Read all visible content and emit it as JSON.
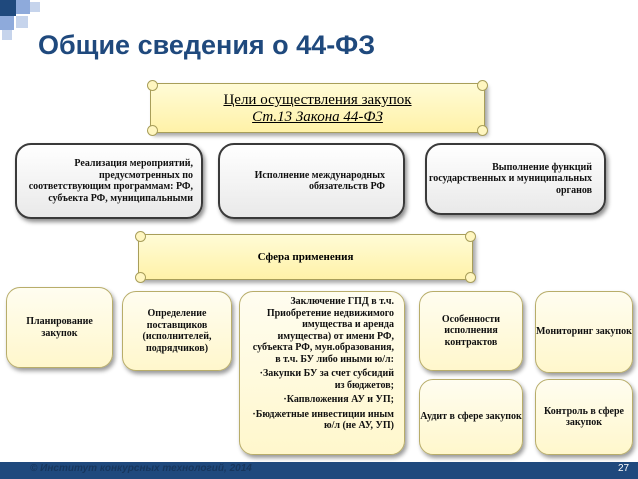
{
  "title": "Общие сведения о 44-ФЗ",
  "goals": {
    "line1": "Цели осуществления закупок",
    "line2": "Ст.13 Закона 44-ФЗ",
    "items": [
      "Реализация мероприятий, предусмотренных по соответствующим программам: РФ, субъекта РФ, муниципальными",
      "Исполнение международных обязательств РФ",
      "Выполнение функций государственных и муниципальных органов"
    ]
  },
  "sphere": {
    "label": "Сфера применения",
    "items": [
      "Планирование закупок",
      "Определение поставщиков (исполнителей, подрядчиков)",
      "Особенности исполнения контрактов",
      "Мониторинг закупок",
      "Аудит в сфере закупок",
      "Контроль в сфере закупок"
    ],
    "central": {
      "main": "Заключение ГПД в т.ч. Приобретение недвижимого имущества и аренда имущества) от имени РФ, субъекта РФ, мун.образования, в т.ч. БУ либо иными ю/л:",
      "bullets": [
        "Закупки БУ за счет субсидий из бюджетов;",
        "Капвложения АУ и УП;",
        "Бюджетные инвестиции иным ю/л (не АУ, УП)"
      ]
    }
  },
  "footer": {
    "text": "© Институт конкурсных технологий, 2014",
    "page": "27"
  },
  "colors": {
    "title": "#1f497d",
    "footer": "#1f497d",
    "scroll": "#fff2a8",
    "box_border": "#3a3a3a"
  }
}
